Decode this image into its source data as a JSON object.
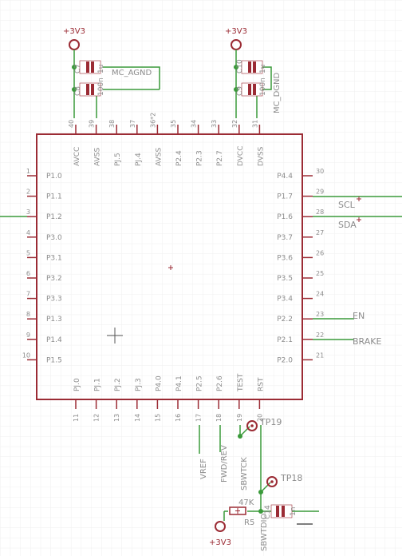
{
  "chip": {
    "left_pins": [
      {
        "num": "1",
        "name": "P1.0"
      },
      {
        "num": "2",
        "name": "P1.1"
      },
      {
        "num": "3",
        "name": "P1.2"
      },
      {
        "num": "4",
        "name": "P3.0"
      },
      {
        "num": "5",
        "name": "P3.1"
      },
      {
        "num": "6",
        "name": "P3.2"
      },
      {
        "num": "7",
        "name": "P3.3"
      },
      {
        "num": "8",
        "name": "P1.3"
      },
      {
        "num": "9",
        "name": "P1.4"
      },
      {
        "num": "10",
        "name": "P1.5"
      }
    ],
    "right_pins": [
      {
        "num": "30",
        "name": "P4.4"
      },
      {
        "num": "29",
        "name": "P1.7"
      },
      {
        "num": "28",
        "name": "P1.6"
      },
      {
        "num": "27",
        "name": "P3.7"
      },
      {
        "num": "26",
        "name": "P3.6"
      },
      {
        "num": "25",
        "name": "P3.5"
      },
      {
        "num": "24",
        "name": "P3.4"
      },
      {
        "num": "23",
        "name": "P2.2"
      },
      {
        "num": "22",
        "name": "P2.1"
      },
      {
        "num": "21",
        "name": "P2.0"
      }
    ],
    "top_pins": [
      {
        "num": "40",
        "name": "AVCC"
      },
      {
        "num": "39",
        "name": "AVSS"
      },
      {
        "num": "38",
        "name": "PJ.5"
      },
      {
        "num": "37",
        "name": "PJ.4"
      },
      {
        "num": "36*2",
        "name": "AVSS"
      },
      {
        "num": "35",
        "name": "P2.4"
      },
      {
        "num": "34",
        "name": "P2.3"
      },
      {
        "num": "33",
        "name": "P2.7"
      },
      {
        "num": "32",
        "name": "DVCC"
      },
      {
        "num": "31",
        "name": "DVSS"
      }
    ],
    "bottom_pins": [
      {
        "num": "11",
        "name": "PJ.0"
      },
      {
        "num": "12",
        "name": "PJ.1"
      },
      {
        "num": "13",
        "name": "PJ.2"
      },
      {
        "num": "14",
        "name": "PJ.3"
      },
      {
        "num": "15",
        "name": "P4.0"
      },
      {
        "num": "16",
        "name": "P4.1"
      },
      {
        "num": "17",
        "name": "P2.5"
      },
      {
        "num": "18",
        "name": "P2.6"
      },
      {
        "num": "19",
        "name": "TEST"
      },
      {
        "num": "20",
        "name": "RST"
      }
    ]
  },
  "supplies": {
    "left": "+3V3",
    "right": "+3V3",
    "bottom": "+3V3"
  },
  "capacitors": {
    "c7_ref": "C7",
    "c8_ref": "C8",
    "c7_value": "1u",
    "c8_value": "100n",
    "c10_ref": "C10",
    "c9_ref": "C9",
    "c10_value": "1u",
    "c9_value": "100n",
    "c14_ref": "C14",
    "c14_value": "1n"
  },
  "resistor": {
    "ref": "R5",
    "value": "47K"
  },
  "nets": {
    "agnd": "MC_AGND",
    "dgnd": "MC_DGND",
    "scl": "SCL",
    "sda": "SDA",
    "en": "EN",
    "brake": "BRAKE",
    "vref": "VREF",
    "fwdrev": "FWD/REV",
    "sbwtck": "SBWTCK",
    "sbwtdio": "SBWTDIO"
  },
  "testpoints": {
    "tp19": "TP19",
    "tp18": "TP18"
  },
  "colors": {
    "body": "#9b2b34",
    "wire": "#3a9a3a",
    "text": "#8c8c8c",
    "grid": "#efefef"
  }
}
